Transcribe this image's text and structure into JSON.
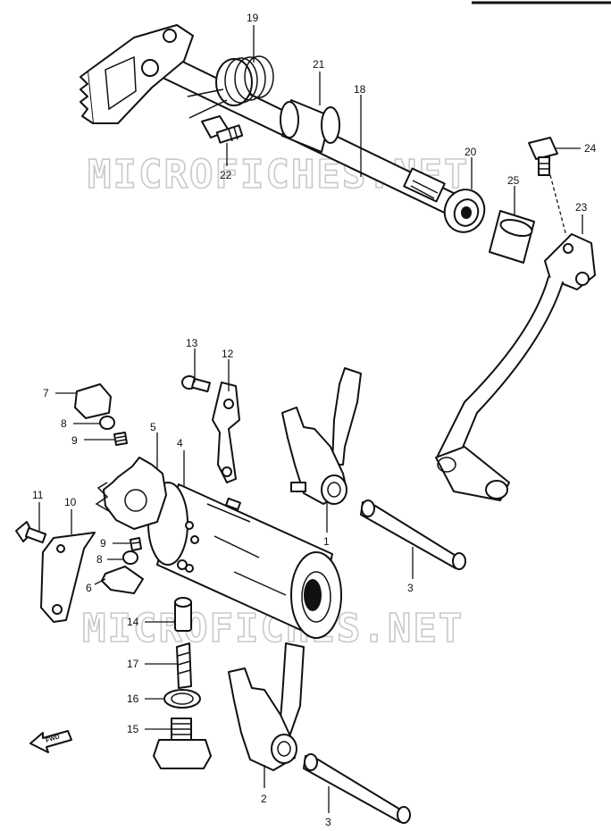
{
  "watermark": "MICROFICHES.NET",
  "fwd_label": "FWD",
  "callouts": {
    "c1": "1",
    "c2": "2",
    "c3a": "3",
    "c3b": "3",
    "c4": "4",
    "c5": "5",
    "c6": "6",
    "c7": "7",
    "c8a": "8",
    "c8b": "8",
    "c9a": "9",
    "c9b": "9",
    "c10": "10",
    "c11": "11",
    "c12": "12",
    "c13": "13",
    "c14": "14",
    "c15": "15",
    "c16": "16",
    "c17": "17",
    "c18": "18",
    "c19": "19",
    "c20": "20",
    "c21": "21",
    "c22": "22",
    "c23": "23",
    "c24": "24",
    "c25": "25"
  }
}
